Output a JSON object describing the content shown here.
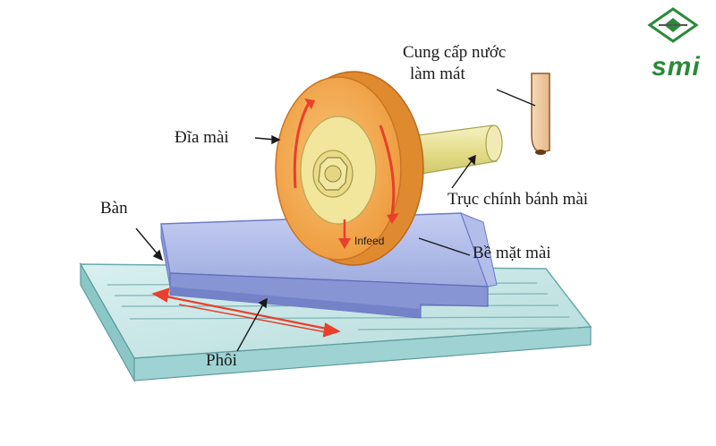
{
  "labels": {
    "coolant": [
      "Cung cấp nước",
      "làm mát"
    ],
    "wheel": "Đĩa mài",
    "spindle": "Trục chính bánh mài",
    "table": "Bàn",
    "infeed": "Infeed",
    "surface": "Bề mặt mài",
    "workpiece": "Phôi"
  },
  "logo": {
    "text": "smi"
  },
  "colors": {
    "wheel_face": "#f0a548",
    "wheel_edge": "#e08a30",
    "hub": "#f3e6a0",
    "shaft": "#e4de8a",
    "table": "#bfe3e3",
    "workpiece": "#a9b6e8",
    "arrow": "#e8402c",
    "logo_green": "#2a8a3a"
  }
}
